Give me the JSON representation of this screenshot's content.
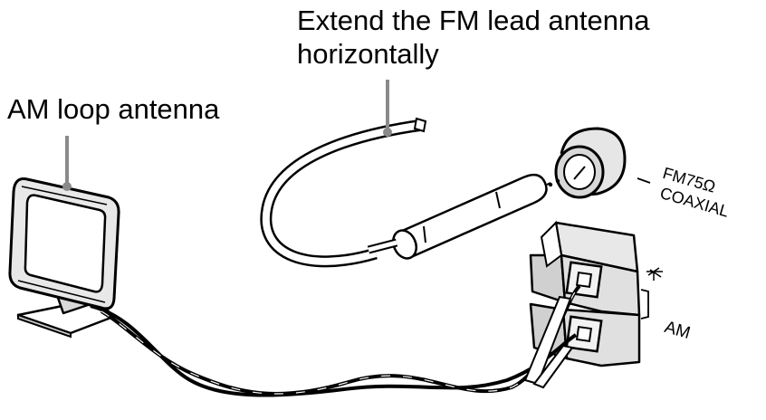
{
  "callouts": {
    "fm_instruction": "Extend the FM lead antenna horizontally",
    "am_loop": "AM loop antenna"
  },
  "terminals": {
    "fm_line1": "FM75Ω",
    "fm_line2": "COAXIAL",
    "am": "AM"
  },
  "colors": {
    "line": "#000000",
    "light_fill": "#e6e6e6",
    "shade_fill": "#bfbfbf",
    "pointer": "#8a8a8a"
  }
}
